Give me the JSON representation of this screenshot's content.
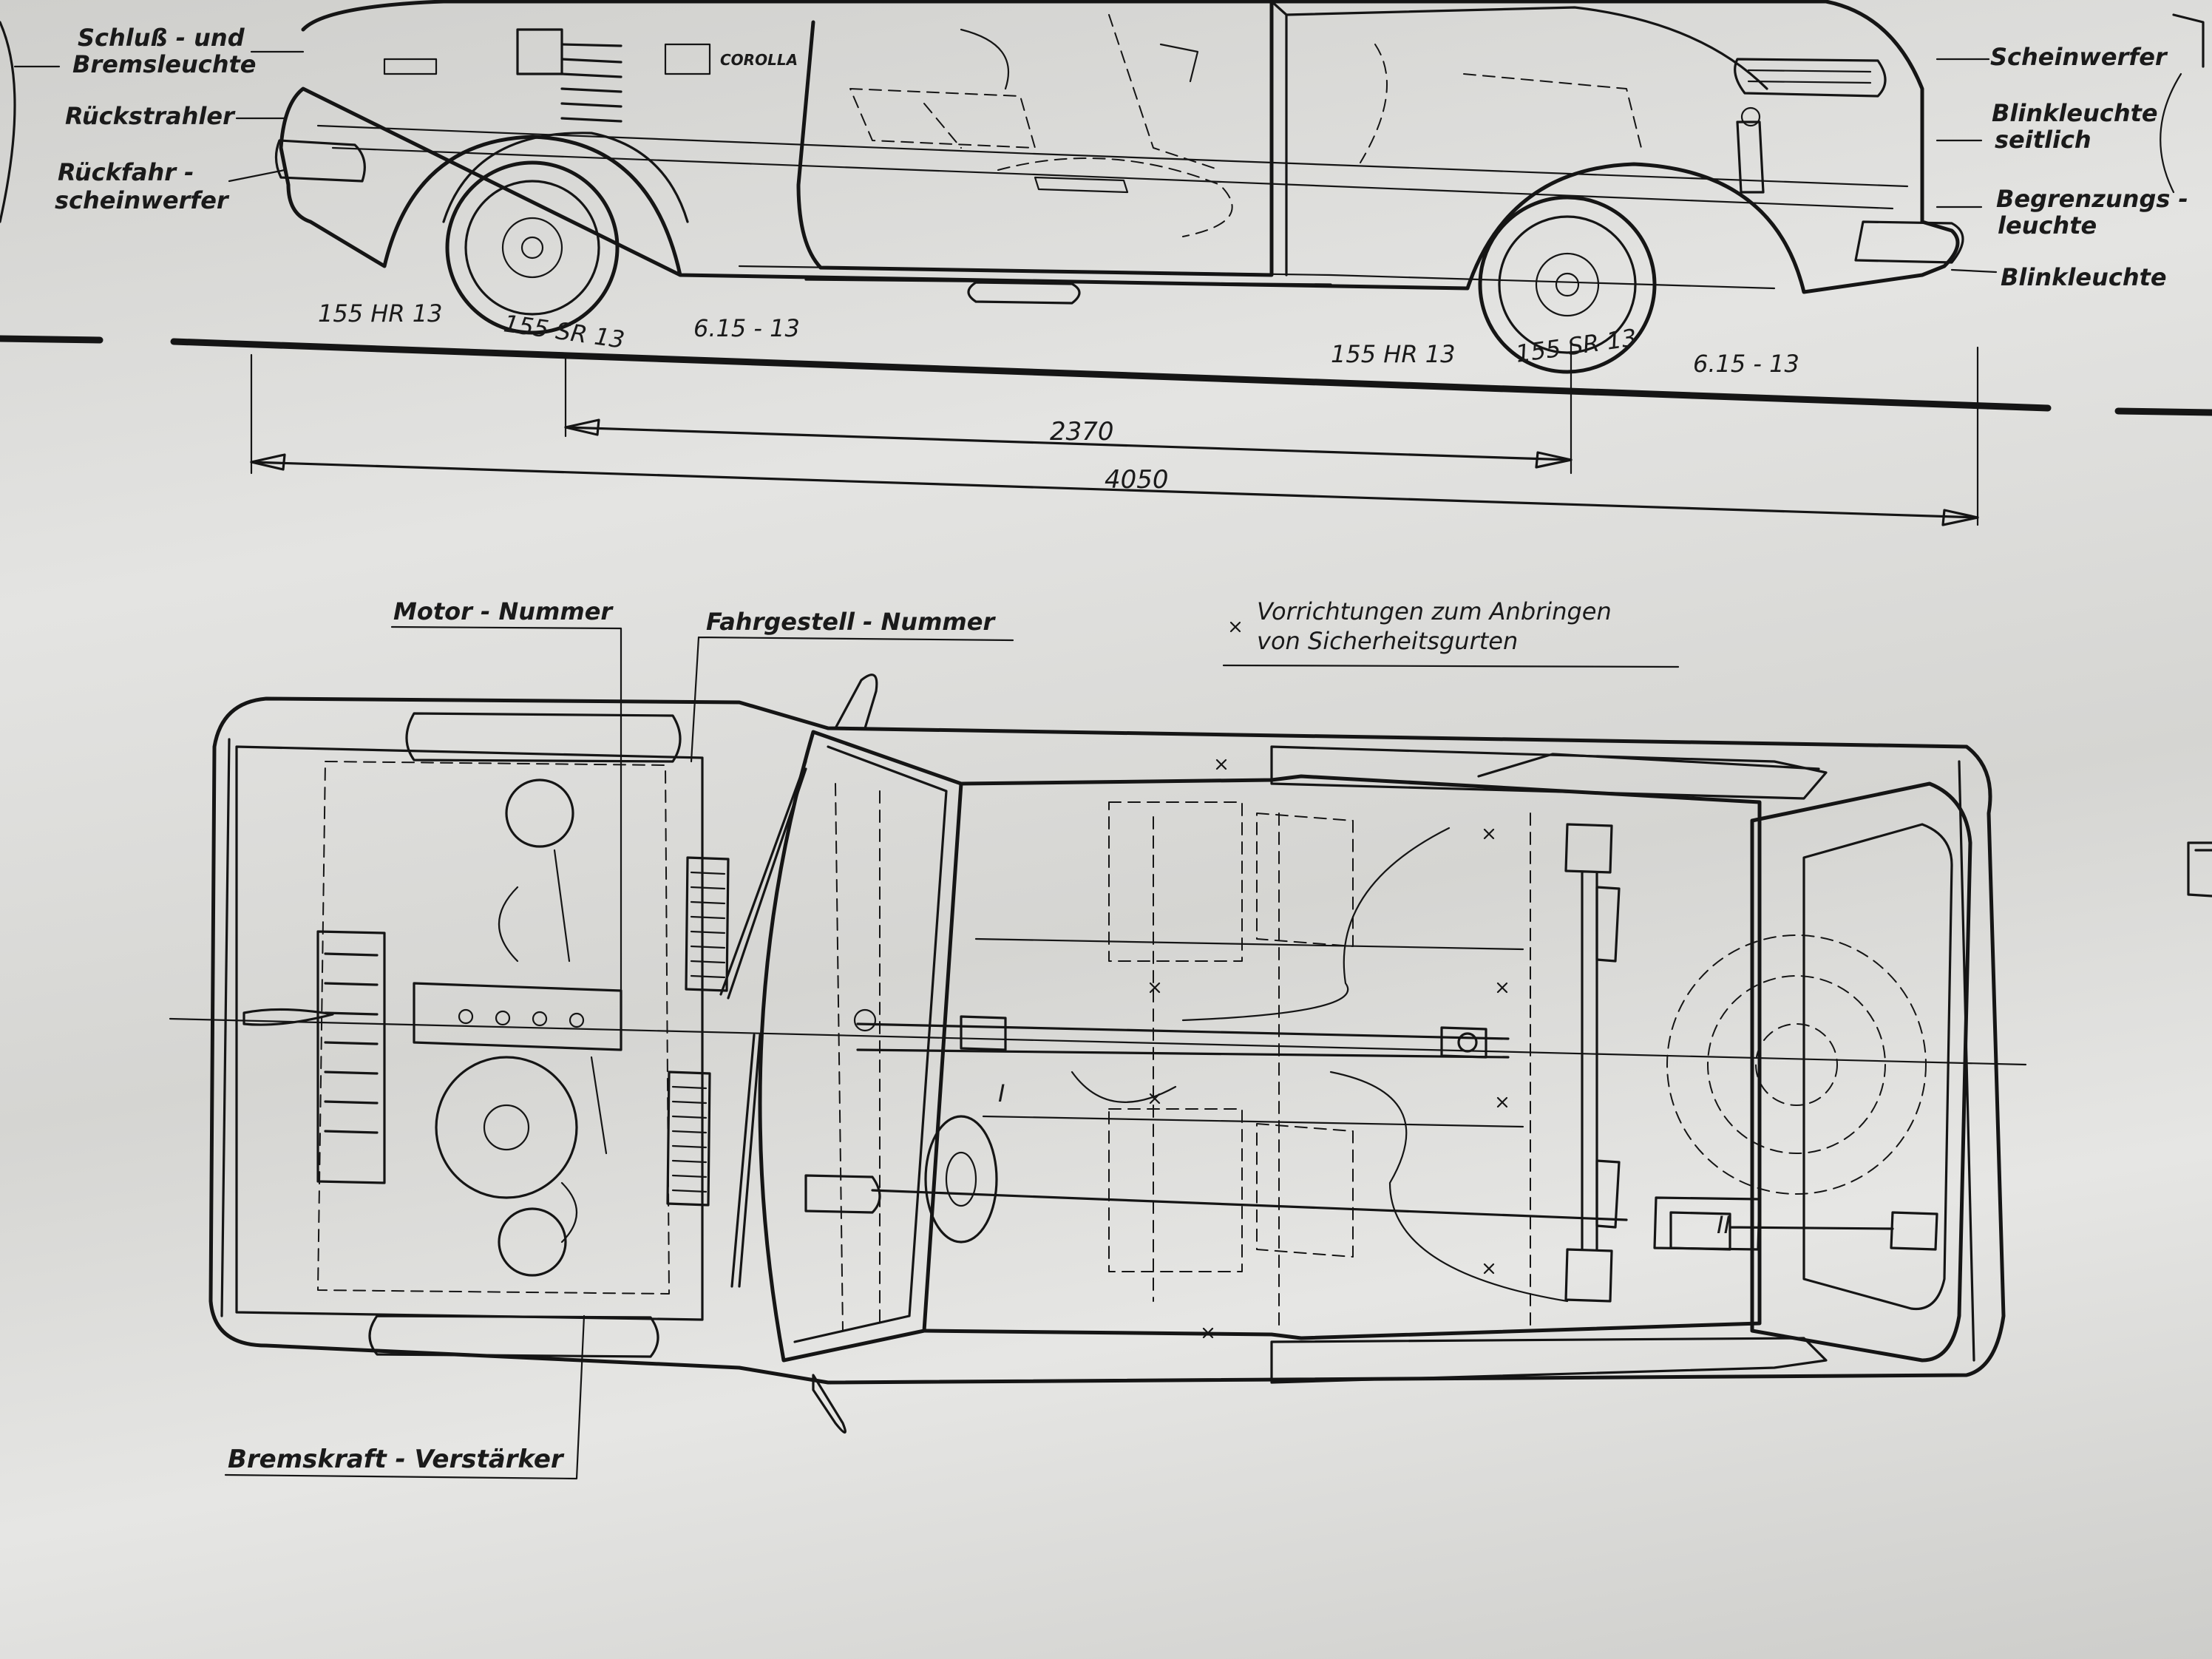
{
  "labels": {
    "left": {
      "schluss_1": "Schluß - und",
      "schluss_2": "Bremsleuchte",
      "rueckstrahler": "Rückstrahler",
      "rueckfahr_1": "Rückfahr -",
      "rueckfahr_2": "scheinwerfer"
    },
    "right": {
      "scheinwerfer": "Scheinwerfer",
      "blink_seit_1": "Blinkleuchte",
      "blink_seit_2": "seitlich",
      "begrenzung_1": "Begrenzungs -",
      "begrenzung_2": "leuchte",
      "blinkleuchte": "Blinkleuchte"
    },
    "top_view": {
      "motor": "Motor - Nummer",
      "fahrgestell": "Fahrgestell - Nummer",
      "gurt_1": "Vorrichtungen zum Anbringen",
      "gurt_2": "von Sicherheitsgurten",
      "brems": "Bremskraft - Verstärker",
      "roman_1": "I",
      "roman_2": "II"
    },
    "badge": "COROLLA"
  },
  "tires": {
    "rear_1": "155 HR 13",
    "rear_2": "155 SR 13",
    "rear_3": "6.15 - 13",
    "front_1": "155 HR 13",
    "front_2": "155 SR 13",
    "front_3": "6.15 - 13"
  },
  "dimensions": {
    "wheelbase": "2370",
    "length": "4050"
  }
}
